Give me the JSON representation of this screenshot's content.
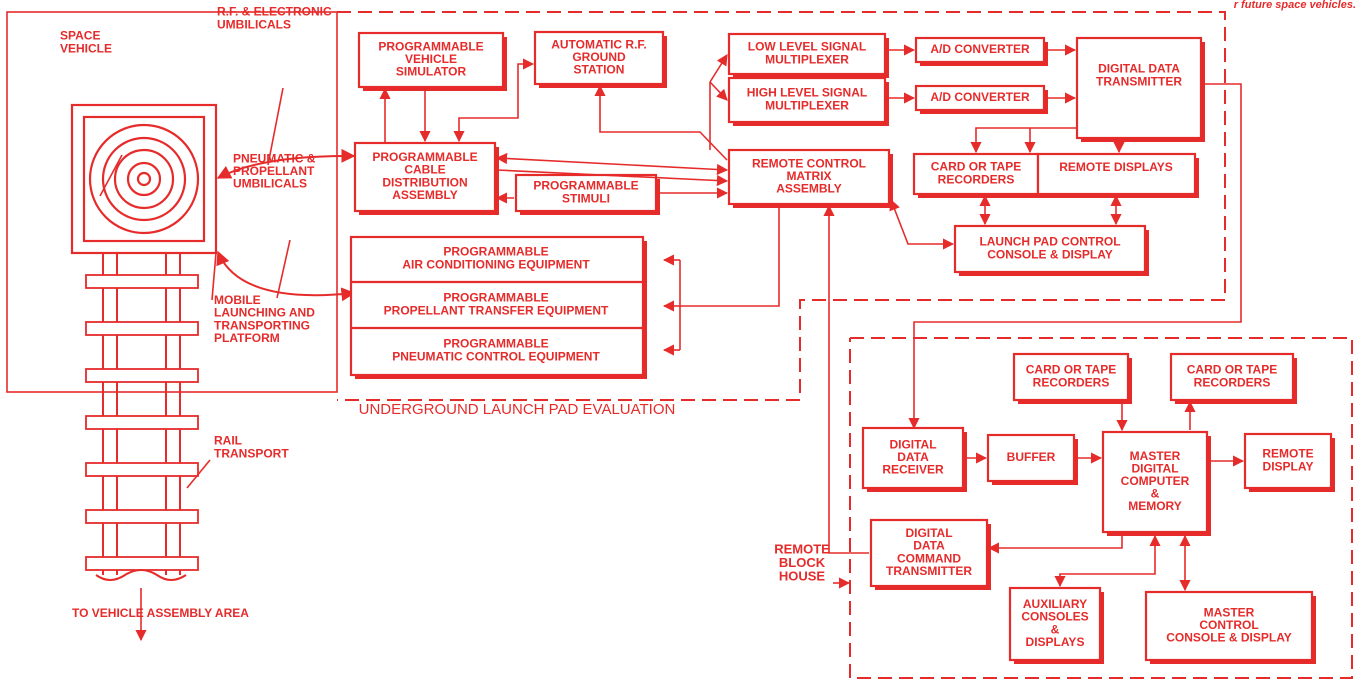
{
  "caption_fragment": "r future space vehicles.",
  "colors": {
    "ink": "#e62b2b",
    "paper": "#ffffff"
  },
  "launch_site": {
    "space_vehicle": "SPACE\nVEHICLE",
    "rf_umbilicals": "R.F. & ELECTRONIC\nUMBILICALS",
    "pneumatic_umbilicals": "PNEUMATIC &\nPROPELLANT\nUMBILICALS",
    "mobile_platform": "MOBILE\nLAUNCHING AND\nTRANSPORTING\nPLATFORM",
    "rail_transport": "RAIL\nTRANSPORT",
    "to_assembly": "TO VEHICLE ASSEMBLY AREA"
  },
  "pad": {
    "region_label": "UNDERGROUND LAUNCH PAD EVALUATION",
    "vehicle_simulator": "PROGRAMMABLE\nVEHICLE\nSIMULATOR",
    "rf_ground_station": "AUTOMATIC R.F.\nGROUND\nSTATION",
    "cable_distribution": "PROGRAMMABLE\nCABLE\nDISTRIBUTION\nASSEMBLY",
    "stimuli": "PROGRAMMABLE\nSTIMULI",
    "remote_control_matrix": "REMOTE CONTROL\nMATRIX\nASSEMBLY",
    "low_level_mux": "LOW LEVEL SIGNAL\nMULTIPLEXER",
    "high_level_mux": "HIGH LEVEL SIGNAL\nMULTIPLEXER",
    "ad_converter_1": "A/D CONVERTER",
    "ad_converter_2": "A/D CONVERTER",
    "digital_data_transmitter": "DIGITAL DATA\nTRANSMITTER",
    "card_tape_recorders": "CARD OR TAPE\nRECORDERS",
    "remote_displays": "REMOTE DISPLAYS",
    "launch_pad_console": "LAUNCH PAD CONTROL\nCONSOLE & DISPLAY",
    "air_conditioning": "PROGRAMMABLE\nAIR CONDITIONING EQUIPMENT",
    "propellant_transfer": "PROGRAMMABLE\nPROPELLANT TRANSFER EQUIPMENT",
    "pneumatic_control": "PROGRAMMABLE\nPNEUMATIC CONTROL EQUIPMENT"
  },
  "blockhouse": {
    "region_label": "REMOTE\nBLOCK\nHOUSE",
    "card_tape_recorders_1": "CARD OR TAPE\nRECORDERS",
    "card_tape_recorders_2": "CARD OR TAPE\nRECORDERS",
    "digital_data_receiver": "DIGITAL\nDATA\nRECEIVER",
    "buffer": "BUFFER",
    "master_computer": "MASTER\nDIGITAL\nCOMPUTER\n&\nMEMORY",
    "remote_display": "REMOTE\nDISPLAY",
    "command_transmitter": "DIGITAL\nDATA\nCOMMAND\nTRANSMITTER",
    "auxiliary_consoles": "AUXILIARY\nCONSOLES\n&\nDISPLAYS",
    "master_console": "MASTER\nCONTROL\nCONSOLE & DISPLAY"
  }
}
